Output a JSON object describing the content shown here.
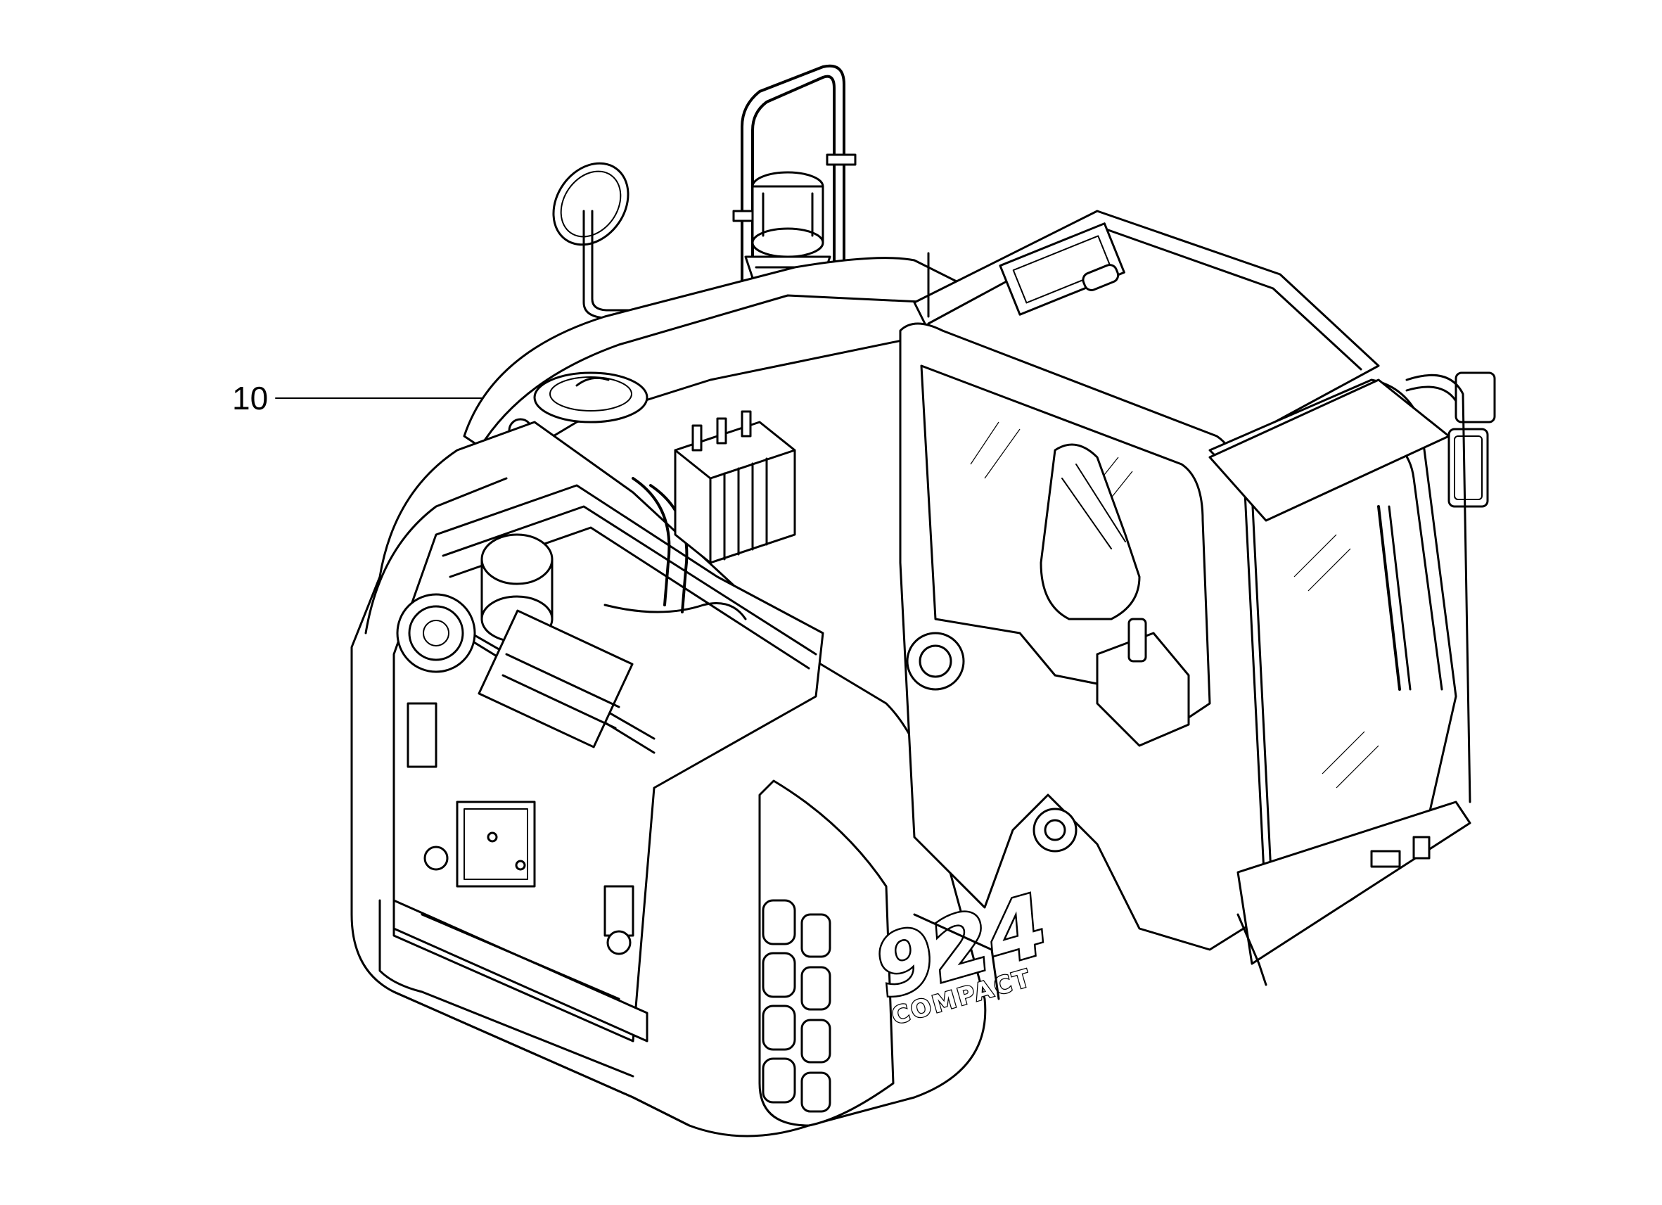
{
  "callouts": [
    {
      "label": "10"
    }
  ],
  "machine_badge": {
    "model": "924",
    "variant": "COMPACT"
  }
}
